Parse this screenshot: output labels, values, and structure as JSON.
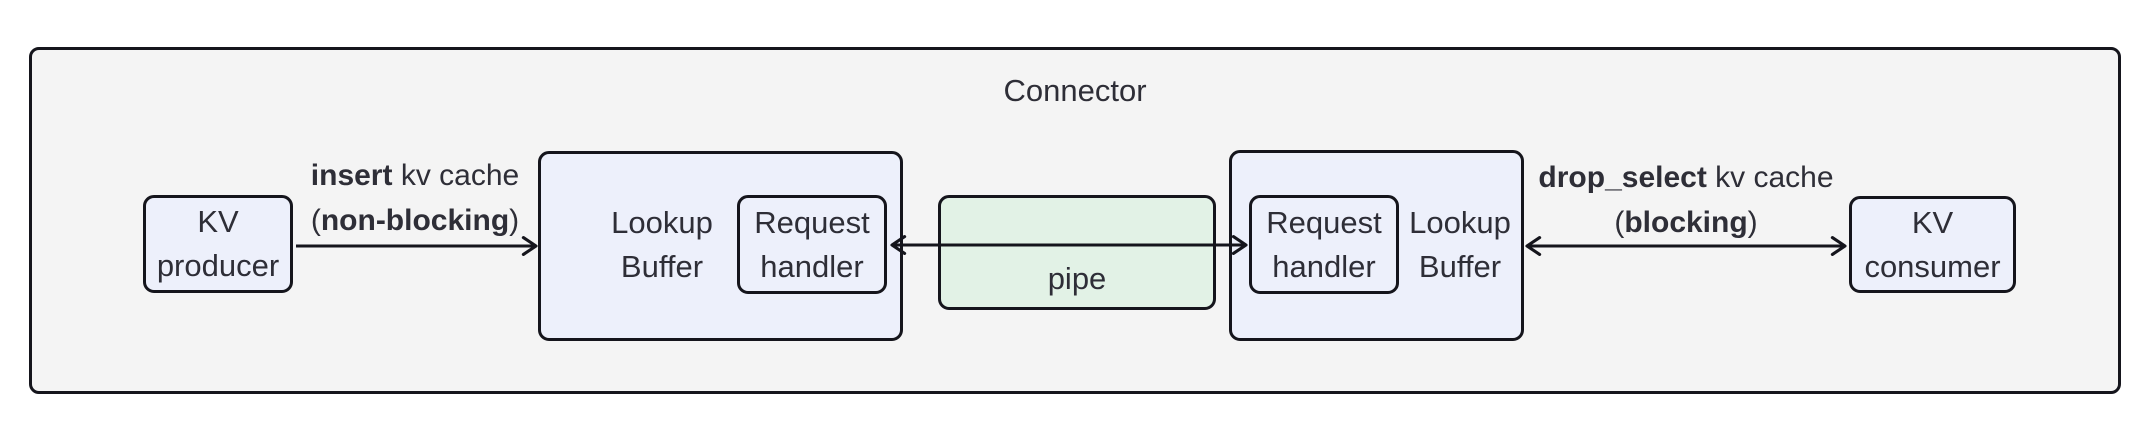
{
  "title": "Connector",
  "colors": {
    "container_fill": "#f4f4f4",
    "node_fill": "#edf0fb",
    "pipe_fill": "#e2f2e6",
    "border": "#15151c",
    "text": "#2e2e37"
  },
  "nodes": {
    "kv_producer": {
      "line1": "KV",
      "line2": "producer"
    },
    "lookup_buffer_left": {
      "line1": "Lookup",
      "line2": "Buffer"
    },
    "request_handler_left": {
      "line1": "Request",
      "line2": "handler"
    },
    "pipe": {
      "label": "pipe"
    },
    "request_handler_right": {
      "line1": "Request",
      "line2": "handler"
    },
    "lookup_buffer_right": {
      "line1": "Lookup",
      "line2": "Buffer"
    },
    "kv_consumer": {
      "line1": "KV",
      "line2": "consumer"
    }
  },
  "edges": {
    "insert": {
      "bold": "insert",
      "rest": " kv cache",
      "sub_open": "(",
      "sub_bold": "non-blocking",
      "sub_close": ")"
    },
    "drop_select": {
      "bold": "drop_select",
      "rest": " kv cache",
      "sub_open": "(",
      "sub_bold": "blocking",
      "sub_close": ")"
    }
  }
}
